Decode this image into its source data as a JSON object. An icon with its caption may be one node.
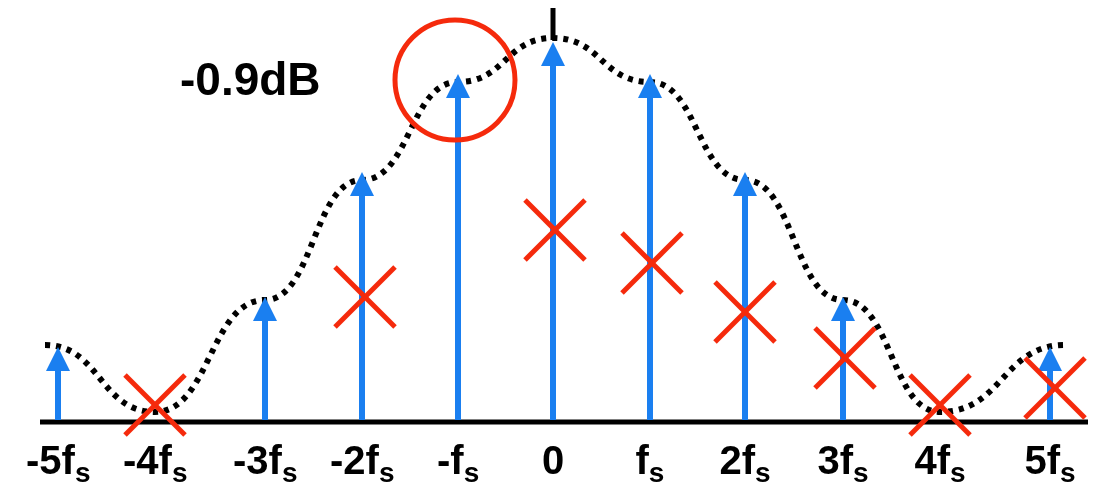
{
  "diagram": {
    "labels": [
      "-0.9dB",
      "-5f$_{s}$",
      "-4f$_{s}$",
      "-3f$_{s}$",
      "-2f$_{s}$",
      "-f$_{s}$",
      "0",
      "f$_{s}$",
      "2f$_{s}$",
      "3f$_{s}$",
      "4f$_{s}$",
      "5f$_{s}$"
    ]
  }
}
